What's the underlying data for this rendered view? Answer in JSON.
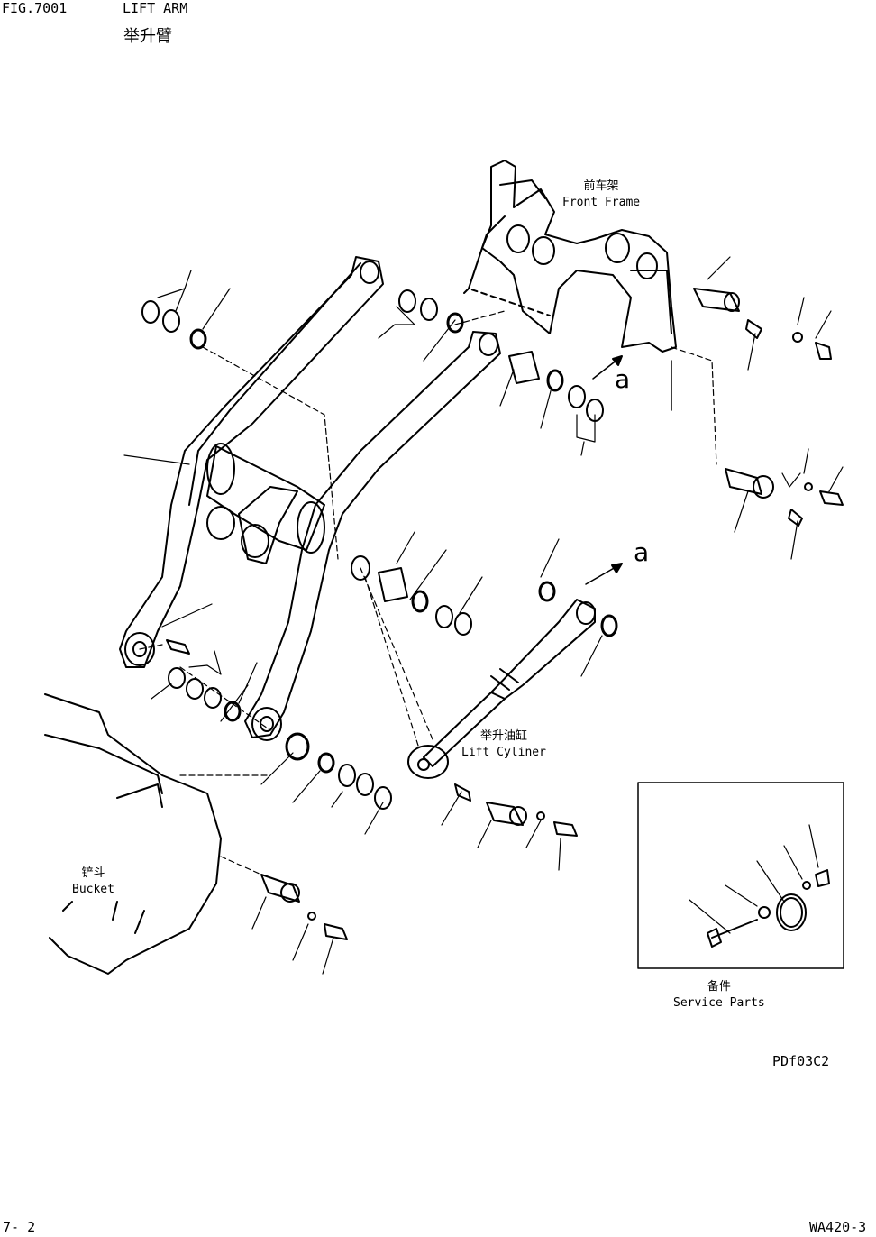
{
  "header": {
    "fig_number": "FIG.7001",
    "title_en": "LIFT ARM",
    "title_cn": "举升臂"
  },
  "labels": {
    "front_frame_cn": "前车架",
    "front_frame_en": "Front Frame",
    "lift_cylinder_cn": "举升油缸",
    "lift_cylinder_en": "Lift Cyliner",
    "bucket_cn": "铲斗",
    "bucket_en": "Bucket",
    "service_parts_cn": "备件",
    "service_parts_en": "Service Parts",
    "ref_mark_upper": "a",
    "ref_mark_lower": "a"
  },
  "footer": {
    "drawing_code": "PDf03C2",
    "page_number": "7- 2",
    "model": "WA420-3"
  }
}
